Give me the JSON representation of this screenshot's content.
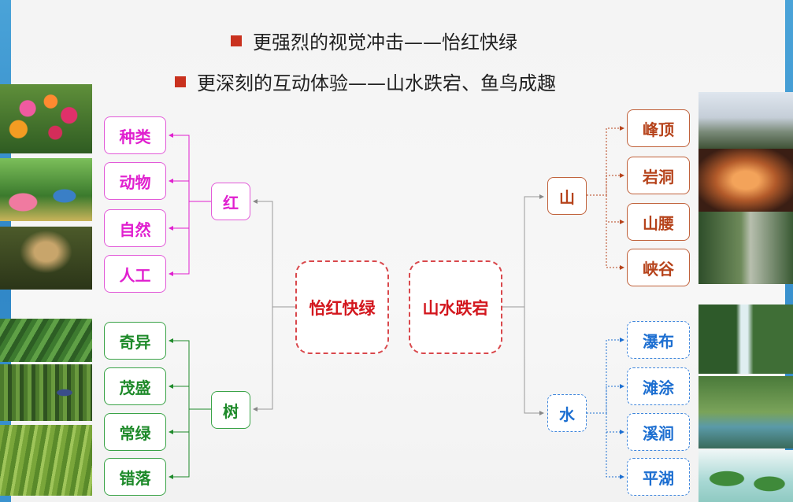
{
  "bullets": [
    "更强烈的视觉冲击——怡红快绿",
    "更深刻的互动体验——山水跌宕、鱼鸟成趣"
  ],
  "center_left": "怡红快绿",
  "center_right": "山水跌宕",
  "left_groups": {
    "red": {
      "label": "红",
      "items": [
        "种类",
        "动物",
        "自然",
        "人工"
      ]
    },
    "tree": {
      "label": "树",
      "items": [
        "奇异",
        "茂盛",
        "常绿",
        "错落"
      ]
    }
  },
  "right_groups": {
    "mountain": {
      "label": "山",
      "items": [
        "峰顶",
        "岩洞",
        "山腰",
        "峡谷"
      ]
    },
    "water": {
      "label": "水",
      "items": [
        "瀑布",
        "滩涂",
        "溪涧",
        "平湖"
      ]
    }
  },
  "colors": {
    "magenta": "#e01fcf",
    "green": "#1e8a2a",
    "brown": "#b6431b",
    "blue": "#1d6fd1",
    "center_red": "#d3171e",
    "bullet_red": "#c9311e"
  }
}
